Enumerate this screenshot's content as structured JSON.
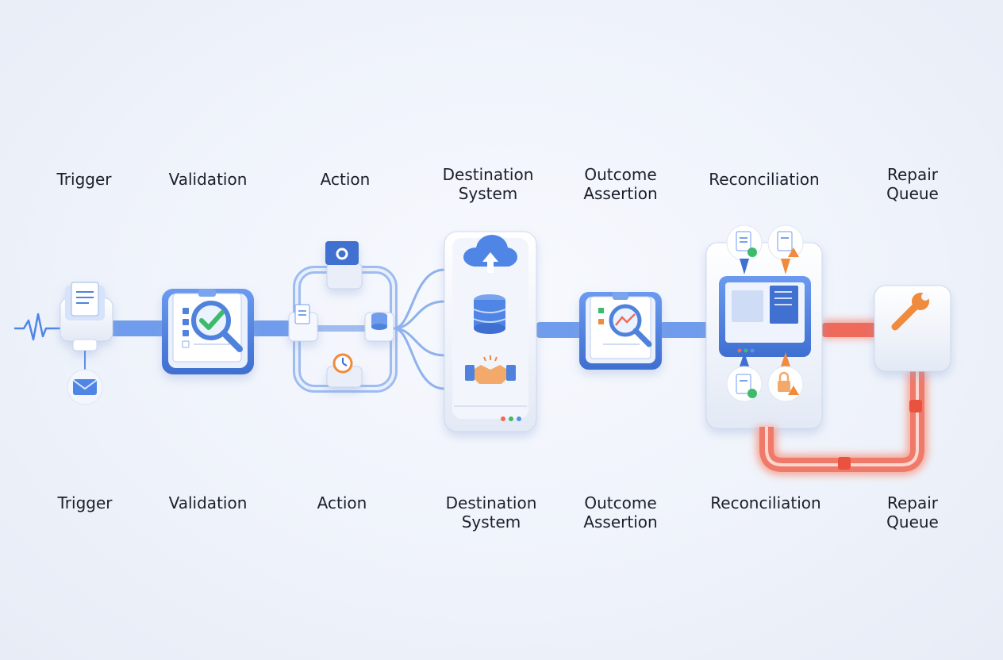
{
  "stages_top": [
    {
      "id": "trigger",
      "lines": [
        "Trigger"
      ]
    },
    {
      "id": "validation",
      "lines": [
        "Validation"
      ]
    },
    {
      "id": "action",
      "lines": [
        "Action"
      ]
    },
    {
      "id": "destination",
      "lines": [
        "Destination",
        "System"
      ]
    },
    {
      "id": "outcome",
      "lines": [
        "Outcome",
        "Assertion"
      ]
    },
    {
      "id": "reconciliation",
      "lines": [
        "Reconciliation"
      ]
    },
    {
      "id": "repair",
      "lines": [
        "Repair",
        "Queue"
      ]
    }
  ],
  "stages_bottom": [
    {
      "id": "trigger",
      "lines": [
        "Trigger"
      ]
    },
    {
      "id": "validation",
      "lines": [
        "Validation"
      ]
    },
    {
      "id": "action",
      "lines": [
        "Action"
      ]
    },
    {
      "id": "destination",
      "lines": [
        "Destination",
        "System"
      ]
    },
    {
      "id": "outcome",
      "lines": [
        "Outcome",
        "Assertion"
      ]
    },
    {
      "id": "reconciliation",
      "lines": [
        "Reconciliation"
      ]
    },
    {
      "id": "repair",
      "lines": [
        "Repair",
        "Queue"
      ]
    }
  ],
  "colors": {
    "flow_blue": "#5b8fe6",
    "flow_red": "#ef6b5b",
    "box_blue": "#4f82dc",
    "check_green": "#3dbb6b",
    "warning_orange": "#f08a3c"
  },
  "icons": {
    "trigger": [
      "heartbeat-icon",
      "document-icon",
      "envelope-icon"
    ],
    "validation": [
      "clipboard-icon",
      "magnifier-icon",
      "checkmark-icon"
    ],
    "action": [
      "gear-icon",
      "document-icon",
      "database-icon",
      "timer-icon"
    ],
    "destination": [
      "cloud-upload-icon",
      "database-icon",
      "handshake-icon"
    ],
    "outcome": [
      "clipboard-icon",
      "magnifier-icon"
    ],
    "reconciliation": [
      "document-check-icon",
      "document-warning-icon",
      "dashboard-icon",
      "lock-warning-icon"
    ],
    "repair": [
      "wrench-icon"
    ]
  }
}
